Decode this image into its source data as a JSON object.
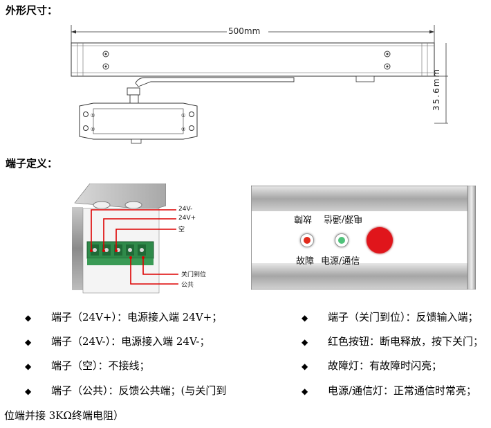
{
  "section_outline": {
    "title": "外形尺寸："
  },
  "dimensions": {
    "length": "500mm",
    "height": "35.6mm"
  },
  "section_terminals": {
    "title": "端子定义："
  },
  "terminal_labels": [
    "24V-",
    "24V+",
    "空",
    "关门到位",
    "公共"
  ],
  "panel": {
    "fault_mirrored": "故障",
    "power_comm_mirrored": "电源/通信",
    "fault_label": "故障",
    "power_comm_label": "电源/通信"
  },
  "bullets_left": [
    "端子（24V+）：电源接入端 24V+；",
    "端子（24V-）：电源接入端 24V-；",
    "端子（空）：不接线；",
    "端子（公共）：反馈公共端；(与关门到"
  ],
  "bullets_right": [
    "端子（关门到位）：反馈输入端；",
    "红色按钮：断电释放，按下关门；",
    "故障灯：有故障时闪亮；",
    "电源/通信灯：正常通信时常亮；"
  ],
  "continuation": "位端并接 3KΩ终端电阻）",
  "colors": {
    "fault_led": "#e12b1c",
    "power_led": "#4fc27a",
    "button": "#e0151b"
  }
}
